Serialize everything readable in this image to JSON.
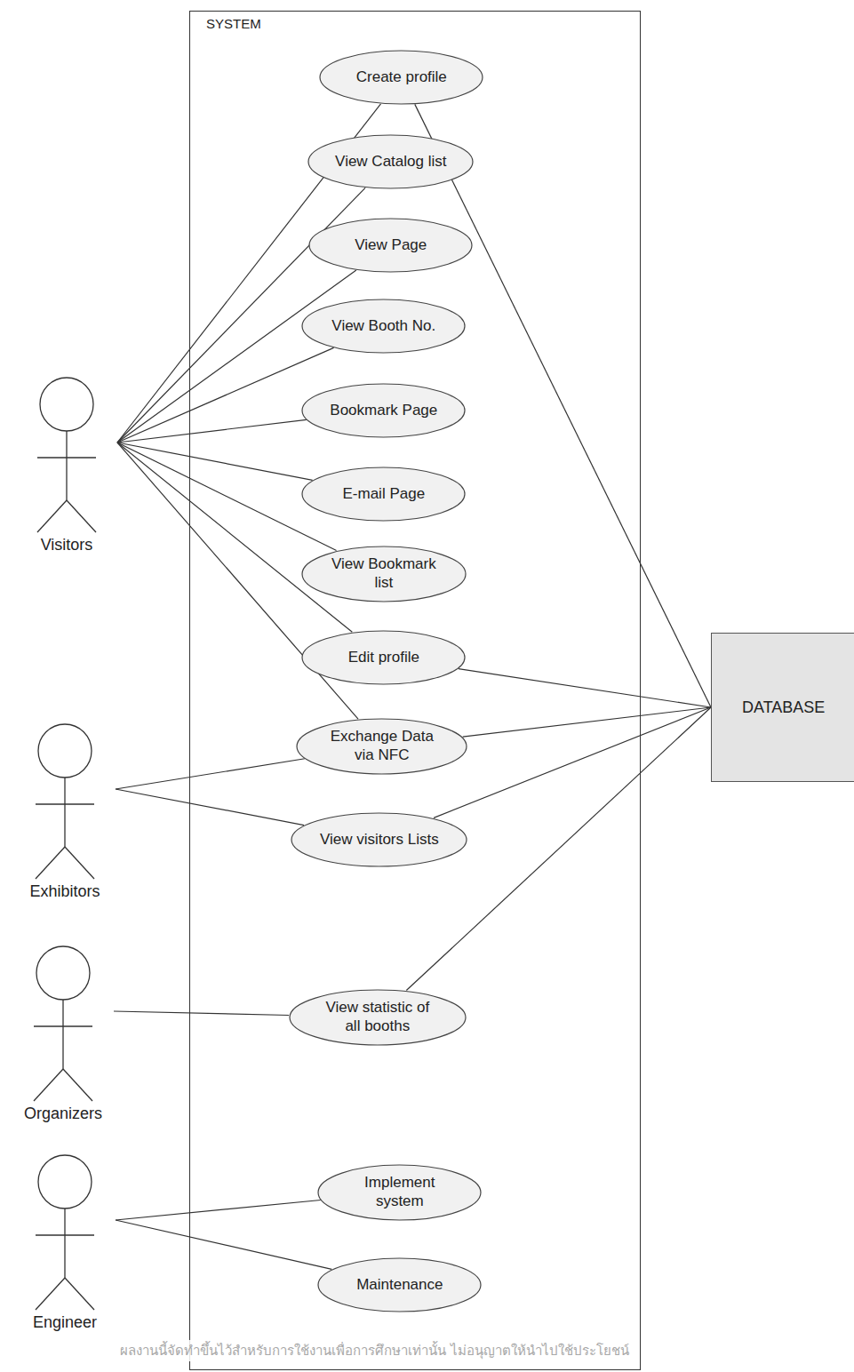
{
  "diagram": {
    "nodes": [
      {
        "text": [
          "SYSTEM"
        ]
      },
      {
        "text": [
          "Create profile"
        ],
        "in": 0
      },
      {
        "text": [
          "View Catalog list"
        ],
        "in": 0
      },
      {
        "text": [
          "View Page"
        ],
        "in": 0
      },
      {
        "text": [
          "View Booth No."
        ],
        "in": 0
      },
      {
        "text": [
          "Bookmark Page"
        ],
        "in": 0
      },
      {
        "text": [
          "E-mail Page"
        ],
        "in": 0
      },
      {
        "text": [
          "View Bookmark list"
        ],
        "in": 0
      },
      {
        "text": [
          "Edit profile"
        ],
        "in": 0
      },
      {
        "text": [
          "Exchange Data via NFC"
        ],
        "in": 0
      },
      {
        "text": [
          "View visitors Lists"
        ],
        "in": 0
      },
      {
        "text": [
          "View statistic of all booths"
        ],
        "in": 0
      },
      {
        "text": [
          "Implement system"
        ],
        "in": 0
      },
      {
        "text": [
          "Maintenance"
        ],
        "in": 0
      },
      {
        "text": [
          "Visitors"
        ]
      },
      {
        "text": [
          "Exhibitors"
        ]
      },
      {
        "text": [
          "Organizers"
        ]
      },
      {
        "text": [
          "Engineer"
        ]
      },
      {
        "text": [
          "DATABASE"
        ]
      }
    ],
    "edges": [
      {
        "from": 14,
        "to": 1,
        "arrow": "none"
      },
      {
        "from": 14,
        "to": 2,
        "arrow": "none"
      },
      {
        "from": 14,
        "to": 3,
        "arrow": "none"
      },
      {
        "from": 14,
        "to": 4,
        "arrow": "none"
      },
      {
        "from": 14,
        "to": 5,
        "arrow": "none"
      },
      {
        "from": 14,
        "to": 6,
        "arrow": "none"
      },
      {
        "from": 14,
        "to": 7,
        "arrow": "none"
      },
      {
        "from": 14,
        "to": 8,
        "arrow": "none"
      },
      {
        "from": 14,
        "to": 9,
        "arrow": "none"
      },
      {
        "from": 15,
        "to": 9,
        "arrow": "none"
      },
      {
        "from": 15,
        "to": 10,
        "arrow": "none"
      },
      {
        "from": 16,
        "to": 11,
        "arrow": "none"
      },
      {
        "from": 17,
        "to": 12,
        "arrow": "none"
      },
      {
        "from": 17,
        "to": 13,
        "arrow": "none"
      },
      {
        "from": 1,
        "to": 18,
        "arrow": "none"
      },
      {
        "from": 8,
        "to": 18,
        "arrow": "none"
      },
      {
        "from": 9,
        "to": 18,
        "arrow": "none"
      },
      {
        "from": 10,
        "to": 18,
        "arrow": "none"
      },
      {
        "from": 11,
        "to": 18,
        "arrow": "none"
      }
    ],
    "labels": [
      "ผลงานนี้จัดทำขึ้นไว้สำหรับการใช้งานเพื่อการศึกษาเท่านั้น ไม่อนุญาตให้นำไปใช้ประโยชน์"
    ]
  }
}
